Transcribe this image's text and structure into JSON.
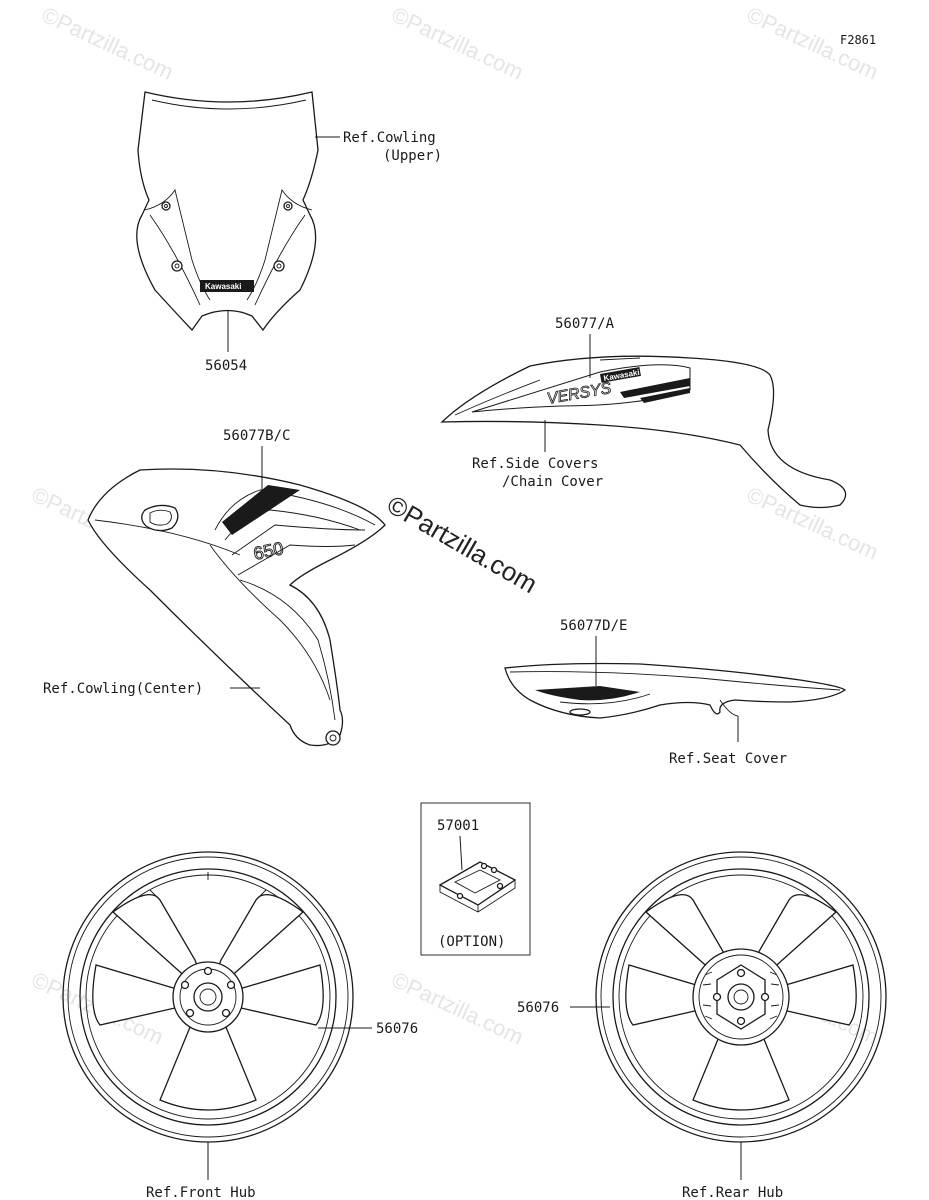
{
  "figure_id": "F2861",
  "watermark": {
    "text": "©Partzilla.com",
    "center_text": "©Partzilla.com"
  },
  "labels": {
    "ref_cowling_upper_1": "Ref.Cowling",
    "ref_cowling_upper_2": "(Upper)",
    "part_56054": "56054",
    "part_56077a": "56077/A",
    "ref_side_covers_1": "Ref.Side Covers",
    "ref_side_covers_2": "/Chain Cover",
    "part_56077bc": "56077B/C",
    "ref_cowling_center": "Ref.Cowling(Center)",
    "part_56077de": "56077D/E",
    "ref_seat_cover": "Ref.Seat Cover",
    "part_57001": "57001",
    "option": "(OPTION)",
    "part_56076_front": "56076",
    "part_56076_rear": "56076",
    "ref_front_hub": "Ref.Front Hub",
    "ref_rear_hub": "Ref.Rear Hub"
  },
  "decal_text": {
    "kawasaki_windscreen": "Kawasaki",
    "kawasaki_side": "Kawasaki",
    "versys": "VERSYS",
    "model_650": "650"
  }
}
